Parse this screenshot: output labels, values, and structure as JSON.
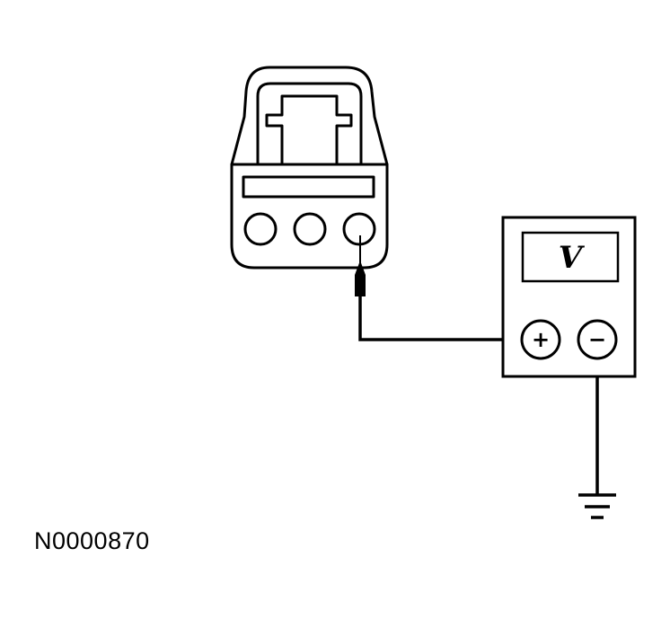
{
  "figure": {
    "reference_code": "N0000870"
  },
  "meter": {
    "display_symbol": "V",
    "positive_terminal": "+",
    "negative_terminal": "−"
  },
  "connector": {
    "pin_count": 3,
    "probed_pin": 3
  },
  "colors": {
    "line": "#000000",
    "background": "#ffffff"
  }
}
